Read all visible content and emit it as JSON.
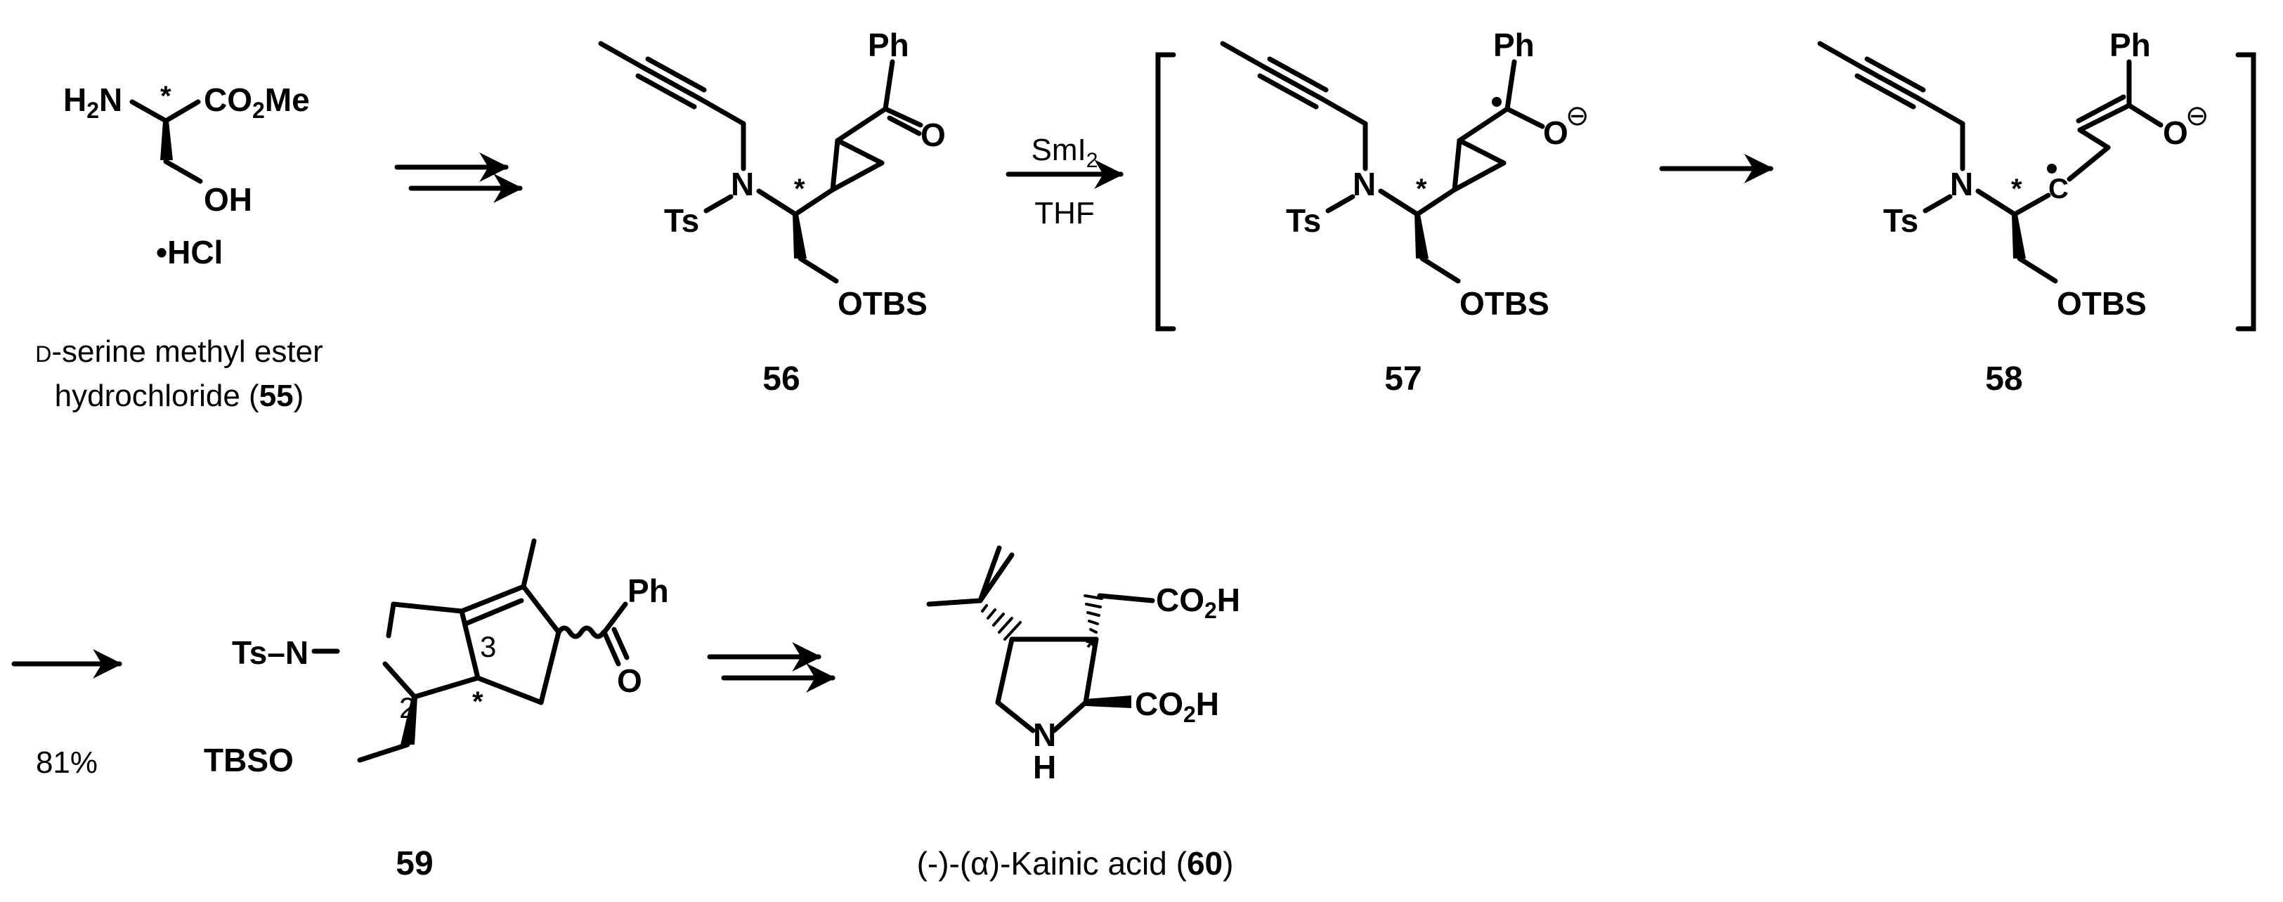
{
  "compounds": {
    "c55": {
      "amine": "H2N",
      "ester": "CO2Me",
      "hydroxyl": "OH",
      "salt": "•HCl",
      "stereo_marker": "*",
      "name_line1": "D-serine methyl ester",
      "name_line2_prefix": "hydrochloride (",
      "number": "55",
      "name_line2_suffix": ")"
    },
    "c56": {
      "phenyl": "Ph",
      "carbonyl_o": "O",
      "tosyl": "Ts",
      "nitrogen": "N",
      "silyl_ether": "OTBS",
      "stereo_marker": "*",
      "number": "56"
    },
    "c57": {
      "phenyl": "Ph",
      "oxygen": "O",
      "charge": "⊖",
      "radical": "•",
      "tosyl": "Ts",
      "nitrogen": "N",
      "silyl_ether": "OTBS",
      "stereo_marker": "*",
      "number": "57"
    },
    "c58": {
      "phenyl": "Ph",
      "oxygen": "O",
      "charge": "⊖",
      "radical": "•",
      "carbon": "C",
      "tosyl": "Ts",
      "nitrogen": "N",
      "silyl_ether": "OTBS",
      "stereo_marker": "*",
      "number": "58"
    },
    "c59": {
      "phenyl": "Ph",
      "carbonyl_o": "O",
      "tosyl_n": "Ts–N",
      "silyl_ether": "TBSO",
      "locant_2": "2",
      "locant_3": "3",
      "stereo_marker": "*",
      "number": "59"
    },
    "c60": {
      "acid_top": "CO2H",
      "acid_ring": "CO2H",
      "nh": "N",
      "h": "H",
      "stereo_marker": "*",
      "name_prefix": "(-)-(α)-Kainic acid (",
      "number": "60",
      "name_suffix": ")"
    }
  },
  "reagents": {
    "step_56_57_top": "SmI2",
    "step_56_57_bottom": "THF",
    "yield_59": "81%"
  }
}
